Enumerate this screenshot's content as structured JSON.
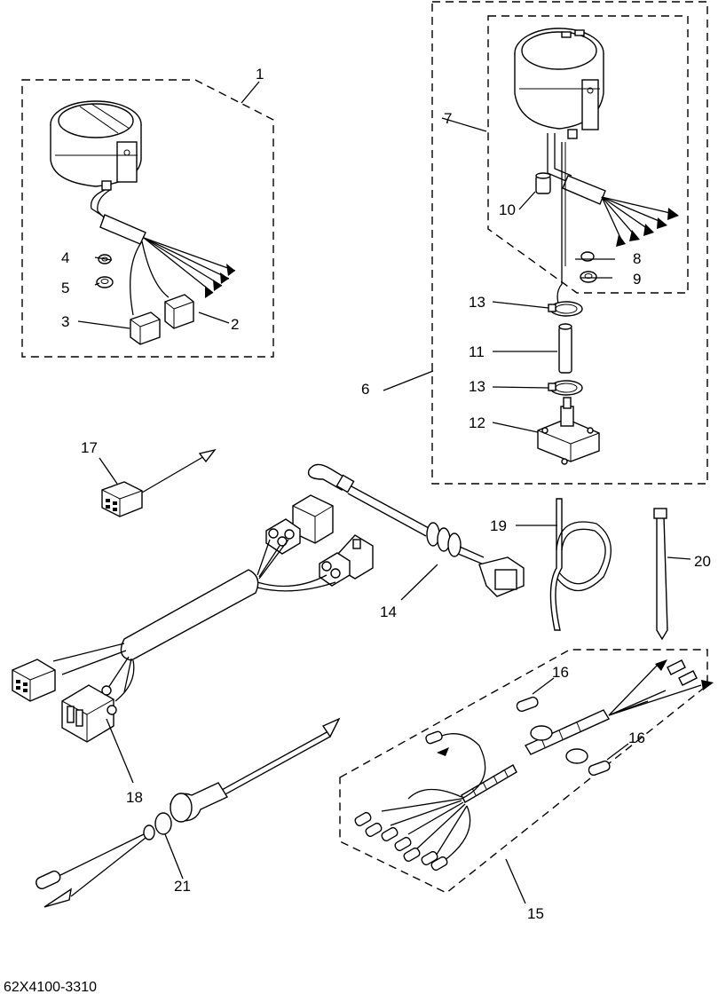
{
  "diagram": {
    "type": "exploded-parts-view",
    "document_number": "62X4100-3310",
    "callouts": [
      {
        "id": "c1",
        "label": "1"
      },
      {
        "id": "c2",
        "label": "2"
      },
      {
        "id": "c3",
        "label": "3"
      },
      {
        "id": "c4",
        "label": "4"
      },
      {
        "id": "c5",
        "label": "5"
      },
      {
        "id": "c6",
        "label": "6"
      },
      {
        "id": "c7",
        "label": "7"
      },
      {
        "id": "c8",
        "label": "8"
      },
      {
        "id": "c9",
        "label": "9"
      },
      {
        "id": "c10",
        "label": "10"
      },
      {
        "id": "c11",
        "label": "11"
      },
      {
        "id": "c12",
        "label": "12"
      },
      {
        "id": "c13a",
        "label": "13"
      },
      {
        "id": "c13b",
        "label": "13"
      },
      {
        "id": "c14",
        "label": "14"
      },
      {
        "id": "c15",
        "label": "15"
      },
      {
        "id": "c16a",
        "label": "16"
      },
      {
        "id": "c16b",
        "label": "16"
      },
      {
        "id": "c17",
        "label": "17"
      },
      {
        "id": "c18",
        "label": "18"
      },
      {
        "id": "c19",
        "label": "19"
      },
      {
        "id": "c20",
        "label": "20"
      },
      {
        "id": "c21",
        "label": "21"
      }
    ]
  }
}
